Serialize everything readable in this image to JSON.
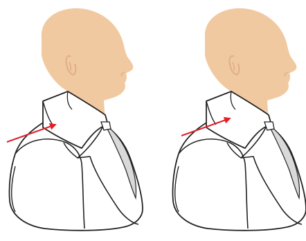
{
  "figures": [
    {
      "id": "left",
      "view": "side-profile",
      "subject": "mannequin-head-torso-with-collar",
      "arrow_target": "collar-back"
    },
    {
      "id": "right",
      "view": "side-profile",
      "subject": "mannequin-head-torso-with-collar",
      "arrow_target": "collar-back"
    }
  ],
  "colors": {
    "background": "#ffffff",
    "skin": "#f0c9a0",
    "skin_detail": "#e0ae86",
    "outline": "#222222",
    "collar_shadow": "#d9d9d9",
    "arrow": "#e0202a"
  },
  "icons": {
    "arrow": "red-arrow-icon"
  }
}
